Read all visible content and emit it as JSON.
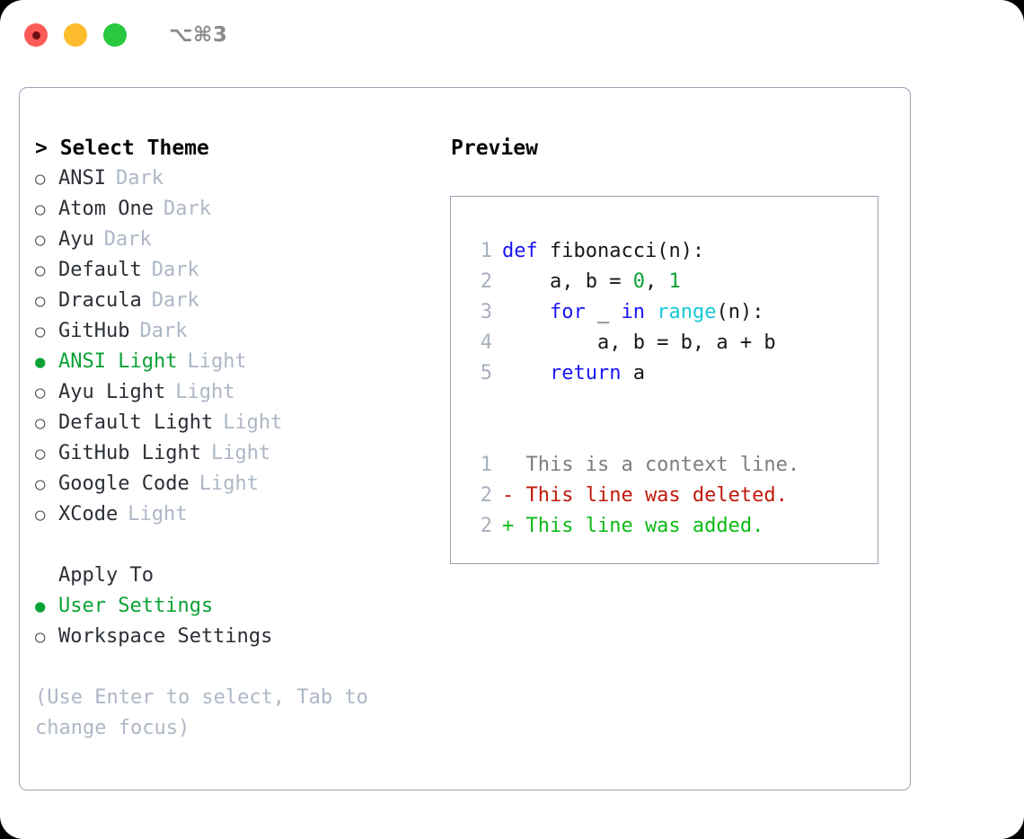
{
  "titlebar": {
    "shortcut": "⌥⌘3",
    "controls": [
      {
        "name": "close-button",
        "color": "#fc5b57"
      },
      {
        "name": "minimize-button",
        "color": "#fdbc2e"
      },
      {
        "name": "maximize-button",
        "color": "#28c840"
      }
    ]
  },
  "theme_picker": {
    "header": "> Select Theme",
    "items": [
      {
        "bullet": "○",
        "label": "ANSI",
        "variant": "Dark",
        "selected": false
      },
      {
        "bullet": "○",
        "label": "Atom One",
        "variant": "Dark",
        "selected": false
      },
      {
        "bullet": "○",
        "label": "Ayu",
        "variant": "Dark",
        "selected": false
      },
      {
        "bullet": "○",
        "label": "Default",
        "variant": "Dark",
        "selected": false
      },
      {
        "bullet": "○",
        "label": "Dracula",
        "variant": "Dark",
        "selected": false
      },
      {
        "bullet": "○",
        "label": "GitHub",
        "variant": "Dark",
        "selected": false
      },
      {
        "bullet": "●",
        "label": "ANSI Light",
        "variant": "Light",
        "selected": true
      },
      {
        "bullet": "○",
        "label": "Ayu Light",
        "variant": "Light",
        "selected": false
      },
      {
        "bullet": "○",
        "label": "Default Light",
        "variant": "Light",
        "selected": false
      },
      {
        "bullet": "○",
        "label": "GitHub Light",
        "variant": "Light",
        "selected": false
      },
      {
        "bullet": "○",
        "label": "Google Code",
        "variant": "Light",
        "selected": false
      },
      {
        "bullet": "○",
        "label": "XCode",
        "variant": "Light",
        "selected": false
      }
    ]
  },
  "apply_to": {
    "title": "Apply To",
    "items": [
      {
        "bullet": "●",
        "label": "User Settings",
        "selected": true
      },
      {
        "bullet": "○",
        "label": "Workspace Settings",
        "selected": false
      }
    ]
  },
  "hint": "(Use Enter to select, Tab to change focus)",
  "preview": {
    "title": "Preview",
    "code_lines": [
      {
        "no": "1",
        "tokens": [
          {
            "t": "def",
            "c": "kw"
          },
          {
            "t": " fibonacci(n):",
            "c": "plain"
          }
        ]
      },
      {
        "no": "2",
        "tokens": [
          {
            "t": "    a, b = ",
            "c": "plain"
          },
          {
            "t": "0",
            "c": "num"
          },
          {
            "t": ", ",
            "c": "plain"
          },
          {
            "t": "1",
            "c": "num"
          }
        ]
      },
      {
        "no": "3",
        "tokens": [
          {
            "t": "    ",
            "c": "plain"
          },
          {
            "t": "for",
            "c": "kw"
          },
          {
            "t": " _ ",
            "c": "plain"
          },
          {
            "t": "in",
            "c": "kw"
          },
          {
            "t": " ",
            "c": "plain"
          },
          {
            "t": "range",
            "c": "fn"
          },
          {
            "t": "(n):",
            "c": "plain"
          }
        ]
      },
      {
        "no": "4",
        "tokens": [
          {
            "t": "        a, b = b, a + b",
            "c": "plain"
          }
        ]
      },
      {
        "no": "5",
        "tokens": [
          {
            "t": "    ",
            "c": "plain"
          },
          {
            "t": "return",
            "c": "kw"
          },
          {
            "t": " a",
            "c": "plain"
          }
        ]
      }
    ],
    "diff_lines": [
      {
        "no": "1",
        "text": "  This is a context line.",
        "kind": "context"
      },
      {
        "no": "2",
        "text": "- This line was deleted.",
        "kind": "deleted"
      },
      {
        "no": "2",
        "text": "+ This line was added.",
        "kind": "added"
      }
    ]
  },
  "colors": {
    "accent_green": "#0ba235",
    "muted": "#aeb7c6",
    "border": "#99a3b3",
    "keyword": "#1a16f5",
    "function": "#17c8d8",
    "number": "#0ba235",
    "diff_added": "#0dbb17",
    "diff_deleted": "#c01a0b",
    "diff_context": "#7d7d7d"
  }
}
